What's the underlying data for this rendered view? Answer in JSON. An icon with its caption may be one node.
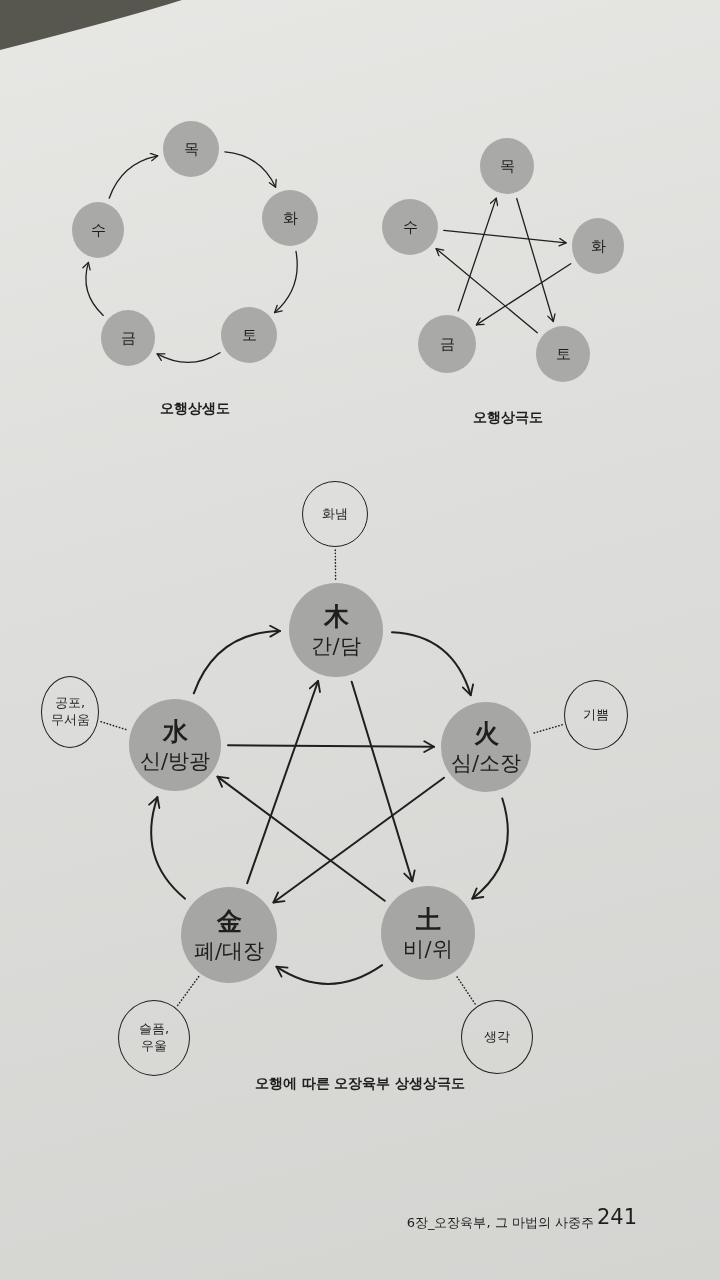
{
  "diagram": {
    "nodes": [
      {
        "text": [
          "목"
        ]
      },
      {
        "text": [
          "화"
        ]
      },
      {
        "text": [
          "토"
        ]
      },
      {
        "text": [
          "금"
        ]
      },
      {
        "text": [
          "수"
        ]
      },
      {
        "text": [
          "목"
        ]
      },
      {
        "text": [
          "수"
        ]
      },
      {
        "text": [
          "화"
        ]
      },
      {
        "text": [
          "금"
        ]
      },
      {
        "text": [
          "토"
        ]
      },
      {
        "text": [
          "화냄"
        ]
      },
      {
        "text": [
          "木",
          "간/담"
        ]
      },
      {
        "text": [
          "공포, 무서움"
        ]
      },
      {
        "text": [
          "水",
          "신/방광"
        ]
      },
      {
        "text": [
          "火",
          "심/소장"
        ]
      },
      {
        "text": [
          "기쁨"
        ]
      },
      {
        "text": [
          "金",
          "폐/대장"
        ]
      },
      {
        "text": [
          "土",
          "비/위"
        ]
      },
      {
        "text": [
          "슬픔, 우울"
        ]
      },
      {
        "text": [
          "생각"
        ]
      }
    ],
    "edges": [
      {
        "from": 0,
        "to": 1,
        "arrow": "to"
      },
      {
        "from": 1,
        "to": 2,
        "arrow": "to"
      },
      {
        "from": 2,
        "to": 3,
        "arrow": "to"
      },
      {
        "from": 3,
        "to": 4,
        "arrow": "to"
      },
      {
        "from": 4,
        "to": 0,
        "arrow": "to"
      },
      {
        "from": 6,
        "to": 7,
        "arrow": "to"
      },
      {
        "from": 7,
        "to": 8,
        "arrow": "to"
      },
      {
        "from": 8,
        "to": 5,
        "arrow": "to"
      },
      {
        "from": 5,
        "to": 9,
        "arrow": "to"
      },
      {
        "from": 9,
        "to": 6,
        "arrow": "to"
      },
      {
        "from": 13,
        "to": 11,
        "arrow": "to"
      },
      {
        "from": 11,
        "to": 14,
        "arrow": "to"
      },
      {
        "from": 14,
        "to": 17,
        "arrow": "to"
      },
      {
        "from": 17,
        "to": 16,
        "arrow": "to"
      },
      {
        "from": 16,
        "to": 13,
        "arrow": "to"
      },
      {
        "from": 13,
        "to": 14,
        "arrow": "to"
      },
      {
        "from": 14,
        "to": 16,
        "arrow": "to"
      },
      {
        "from": 16,
        "to": 11,
        "arrow": "to"
      },
      {
        "from": 11,
        "to": 17,
        "arrow": "to"
      },
      {
        "from": 17,
        "to": 13,
        "arrow": "to"
      },
      {
        "from": 10,
        "to": 11,
        "arrow": "none",
        "style": "dashed"
      },
      {
        "from": 12,
        "to": 13,
        "arrow": "none",
        "style": "dashed"
      },
      {
        "from": 15,
        "to": 14,
        "arrow": "none",
        "style": "dashed"
      },
      {
        "from": 18,
        "to": 16,
        "arrow": "none",
        "style": "dashed"
      },
      {
        "from": 19,
        "to": 17,
        "arrow": "none",
        "style": "dashed"
      }
    ],
    "labels": [
      "오행상생도",
      "오행상극도",
      "오행에 따른 오장육부 상생상극도",
      "6장_오장육부, 그 마법의 사중주",
      "241"
    ]
  }
}
